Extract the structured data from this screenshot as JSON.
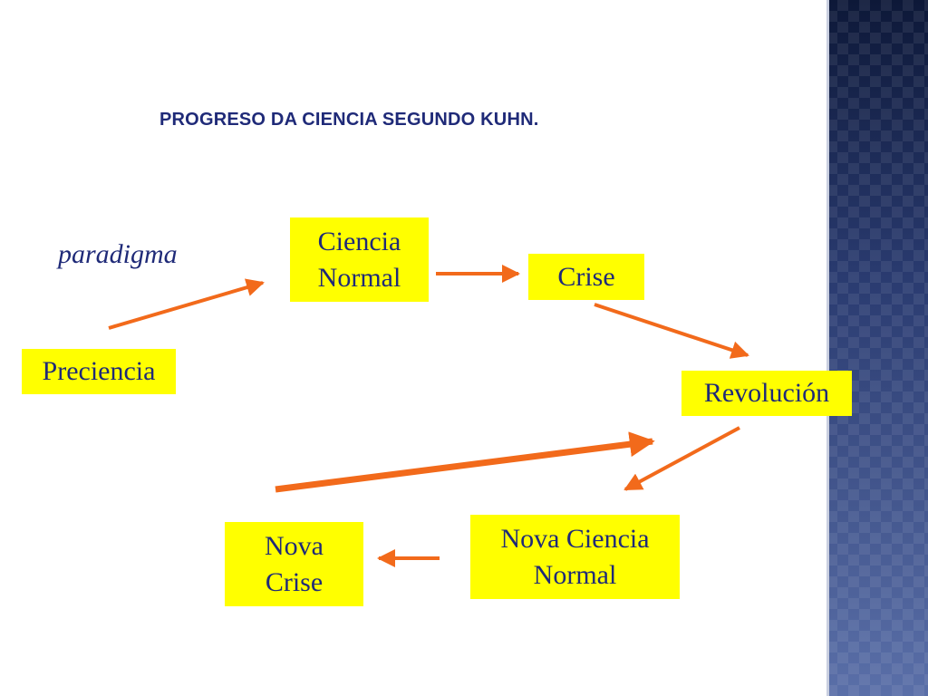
{
  "title": "PROGRESO DA CIENCIA SEGUNDO KUHN.",
  "label": "paradigma",
  "boxes": {
    "preciencia": "Preciencia",
    "ciencia_normal": "Ciencia\nNormal",
    "crise": "Crise",
    "revolucion": "Revolución",
    "nova_ciencia_normal": "Nova Ciencia\nNormal",
    "nova_crise": "Nova\nCrise"
  },
  "colors": {
    "box_fill": "#ffff00",
    "text": "#1f2a78",
    "arrow": "#f26a1b"
  }
}
